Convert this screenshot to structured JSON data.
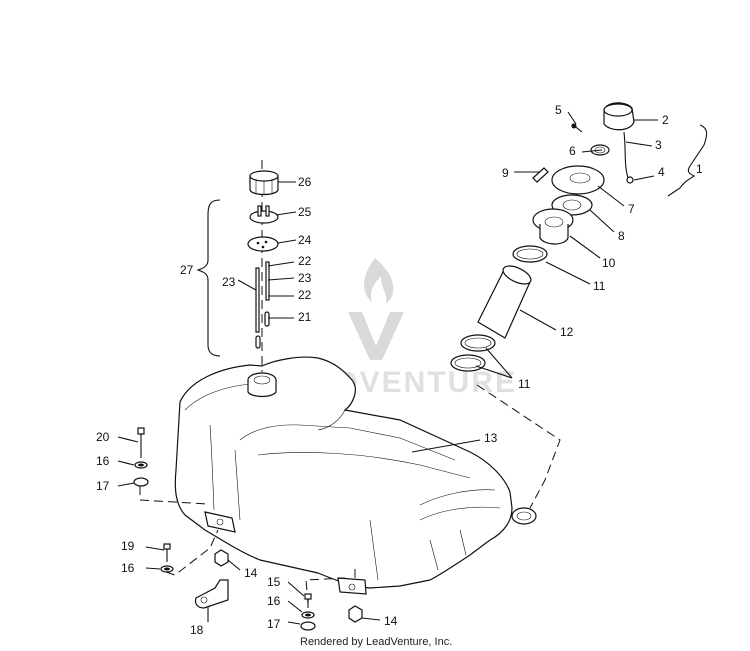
{
  "labels": {
    "p1": "1",
    "p2": "2",
    "p3": "3",
    "p4": "4",
    "p5": "5",
    "p6": "6",
    "p7": "7",
    "p8": "8",
    "p9": "9",
    "p10": "10",
    "p11a": "11",
    "p11b": "11",
    "p12": "12",
    "p13": "13",
    "p14a": "14",
    "p14b": "14",
    "p15": "15",
    "p16a": "16",
    "p16b": "16",
    "p16c": "16",
    "p17a": "17",
    "p17b": "17",
    "p18": "18",
    "p19": "19",
    "p20": "20",
    "p21": "21",
    "p22a": "22",
    "p22b": "22",
    "p23a": "23",
    "p23b": "23",
    "p24": "24",
    "p25": "25",
    "p26": "26",
    "p27": "27"
  },
  "watermark": {
    "text": "LEADVENTURE"
  },
  "footer": {
    "text": "Rendered by LeadVenture, Inc."
  }
}
